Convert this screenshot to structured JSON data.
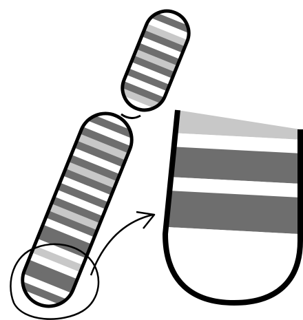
{
  "colors": {
    "background": "#ffffff",
    "outline": "#000000",
    "band_dark": "#6e6e6e",
    "band_light": "#c8c8c8",
    "band_white": "#ffffff"
  },
  "chromosome": {
    "long_arm_bands": [
      "white",
      "dark",
      "white",
      "dark",
      "light",
      "dark",
      "white",
      "dark",
      "light",
      "dark",
      "white",
      "dark",
      "white",
      "dark",
      "light",
      "dark",
      "white",
      "dark",
      "dark",
      "white",
      "light",
      "white",
      "dark",
      "dark",
      "white",
      "dark",
      "white"
    ],
    "short_arm_bands": [
      "white",
      "dark",
      "white",
      "light",
      "dark",
      "white",
      "dark",
      "light",
      "dark",
      "white",
      "dark",
      "white",
      "dark",
      "light",
      "white"
    ]
  },
  "magnified_segment": {
    "bands": [
      "light",
      "white",
      "dark",
      "white",
      "dark",
      "white"
    ]
  },
  "annotations": {
    "circle_icon": "hand-drawn-circle",
    "arrow_icon": "curved-arrow-icon"
  }
}
